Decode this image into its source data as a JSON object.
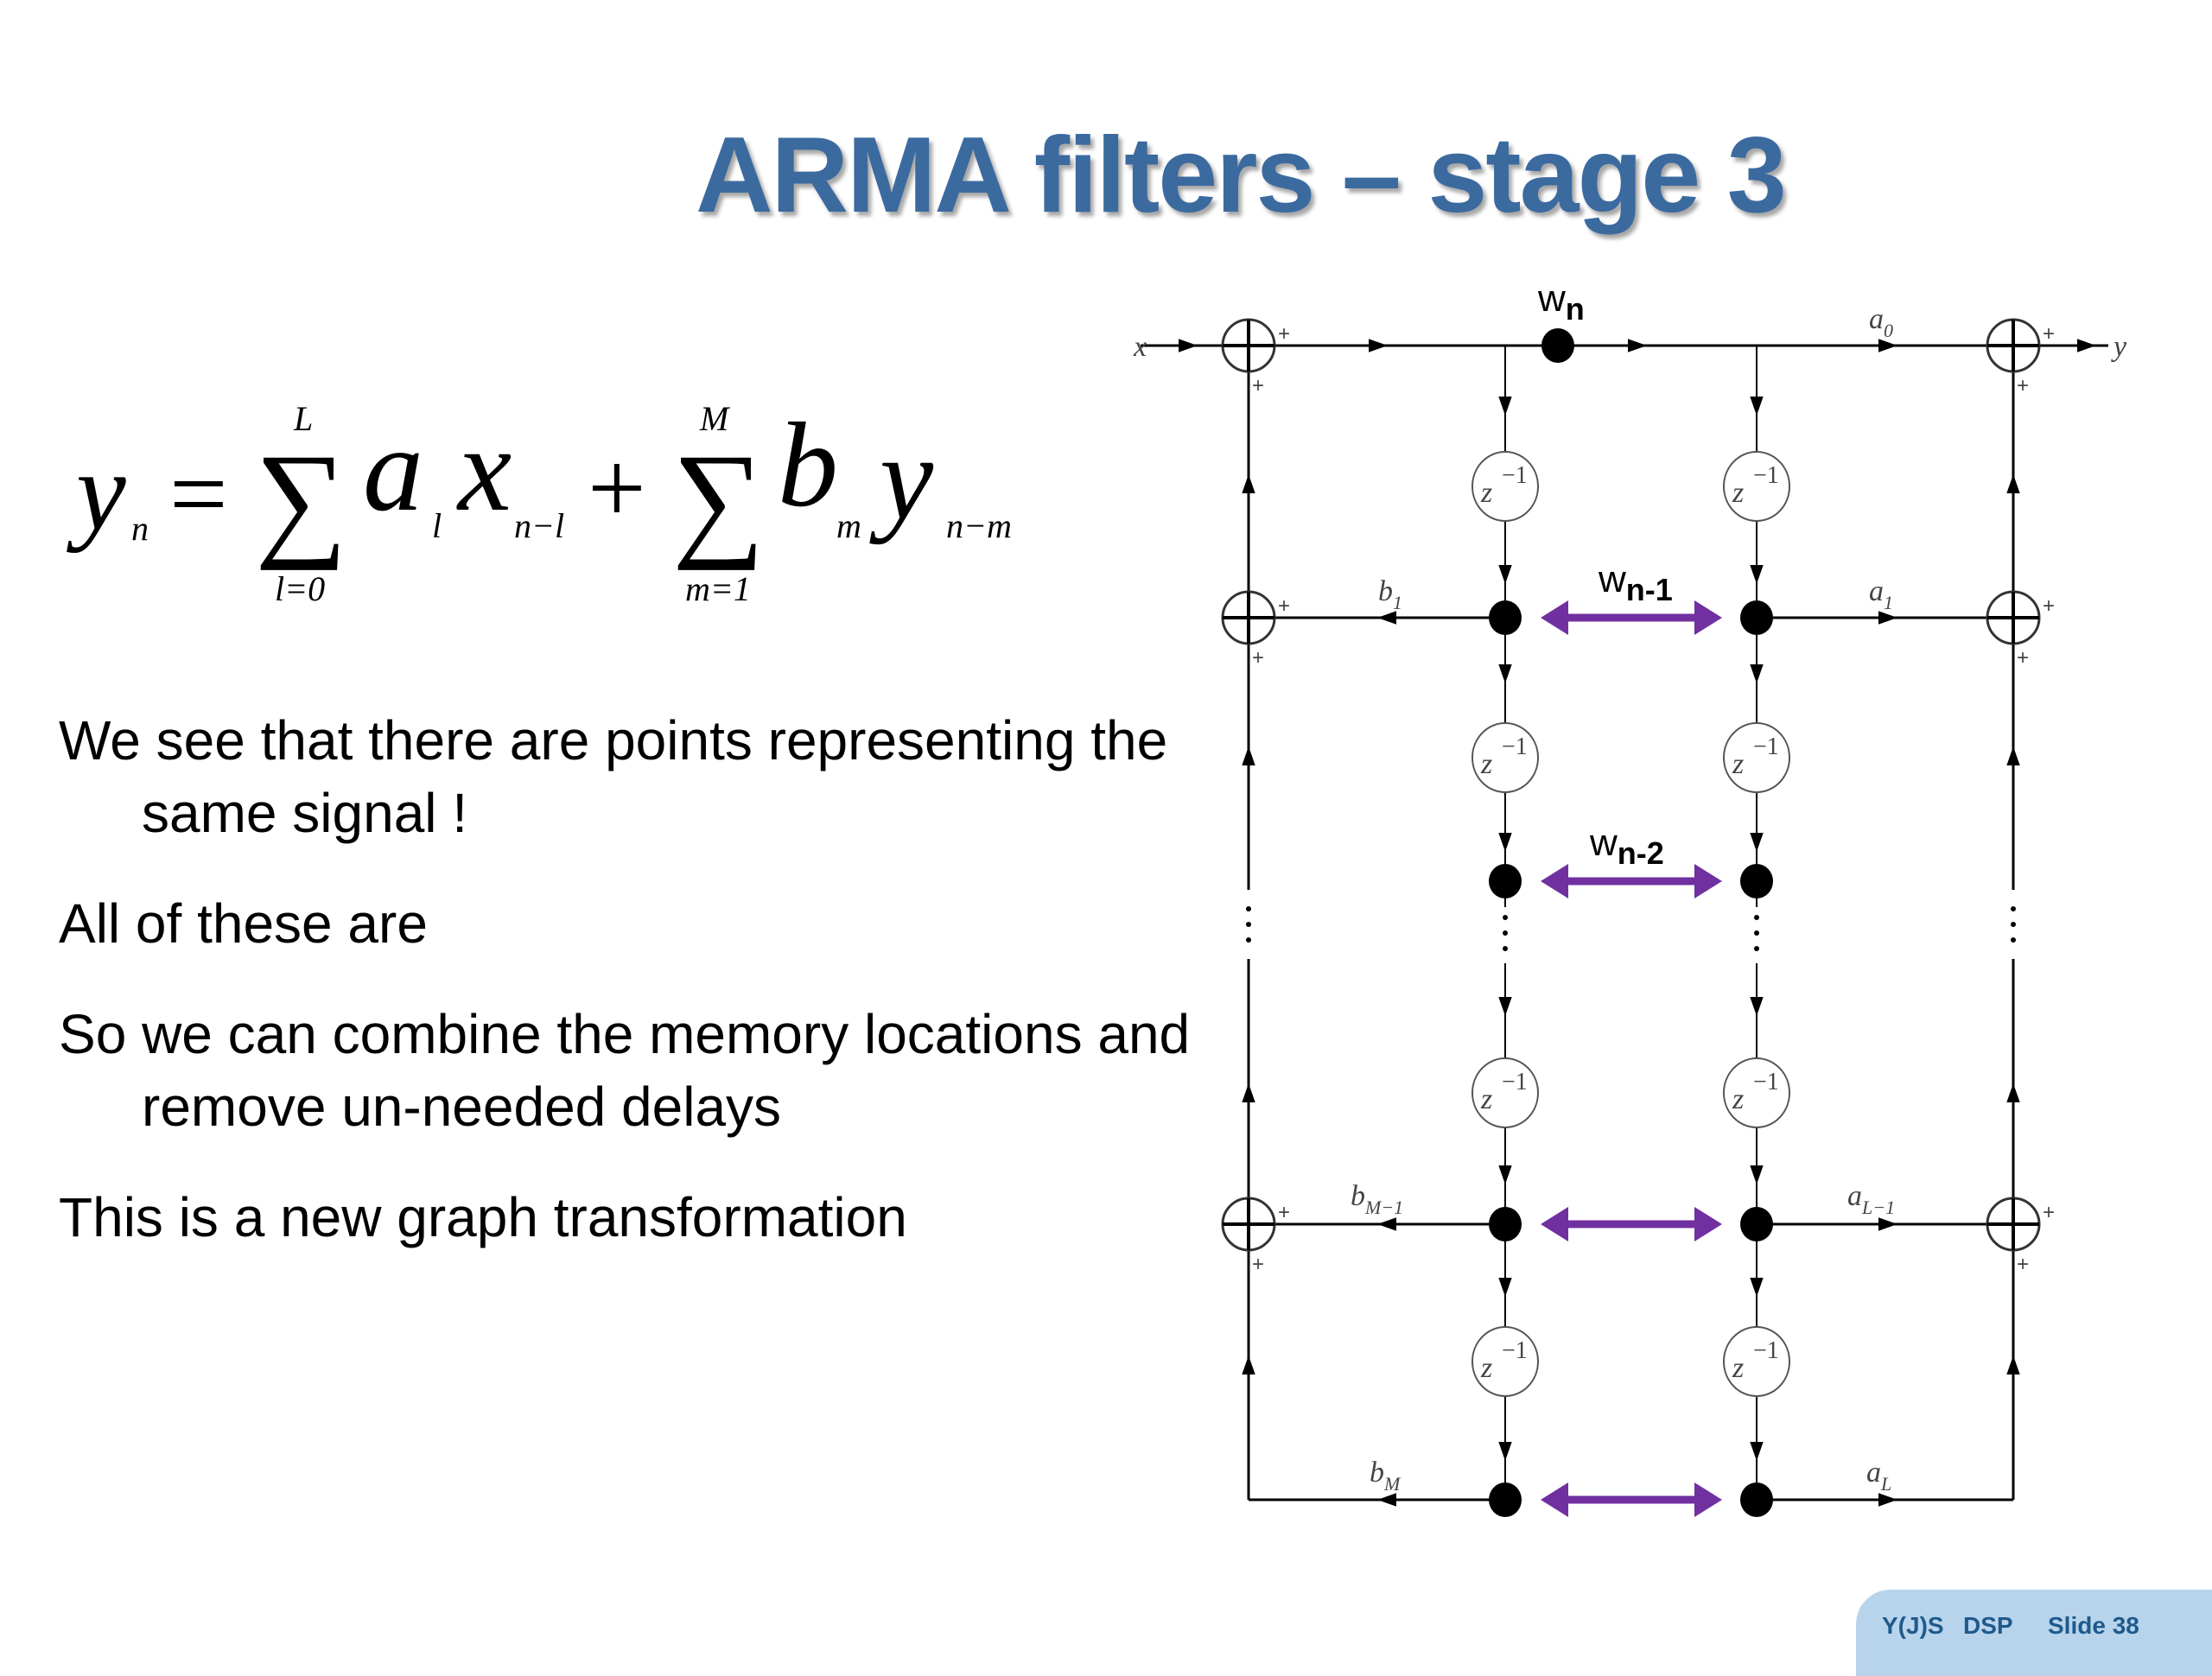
{
  "slide": {
    "title": "ARMA filters – stage 3",
    "equation": {
      "lhs": "y",
      "lhs_sub": "n",
      "equals": "=",
      "sum1": {
        "upper": "L",
        "lower": "l=0",
        "symbol": "∑"
      },
      "term1": {
        "coef": "a",
        "coef_sub": "l",
        "var": "x",
        "var_sub": "n−l"
      },
      "plus": "+",
      "sum2": {
        "upper": "M",
        "lower": "m=1",
        "symbol": "∑"
      },
      "term2": {
        "coef": "b",
        "coef_sub": "m",
        "var": "y",
        "var_sub": "n−m"
      }
    },
    "bullets": [
      "We see that there are points representing the same signal !",
      "All of these are",
      "So we can combine the memory locations and remove un-needed delays",
      "This is a new graph transformation"
    ],
    "diagram": {
      "input_label": "x",
      "output_label": "y",
      "delay_label": "z",
      "delay_exp": "−1",
      "plus_sign": "+",
      "node_labels": [
        {
          "base": "w",
          "sub": "n"
        },
        {
          "base": "w",
          "sub": "n-1"
        },
        {
          "base": "w",
          "sub": "n-2"
        }
      ],
      "left_coeffs": [
        {
          "base": "b",
          "sub": "1"
        },
        {
          "base": "b",
          "sub": "M−1"
        },
        {
          "base": "b",
          "sub": "M"
        }
      ],
      "right_coeffs": [
        {
          "base": "a",
          "sub": "0"
        },
        {
          "base": "a",
          "sub": "1"
        },
        {
          "base": "a",
          "sub": "L−1"
        },
        {
          "base": "a",
          "sub": "L"
        }
      ],
      "merge_arrow_color": "#7030A0"
    },
    "footer": {
      "author": "Y(J)S",
      "course": "DSP",
      "slide_label": "Slide 38"
    },
    "colors": {
      "title": "#3B6A9F",
      "footer_bg": "#B8D4EC",
      "footer_text": "#1F5A8C"
    }
  }
}
